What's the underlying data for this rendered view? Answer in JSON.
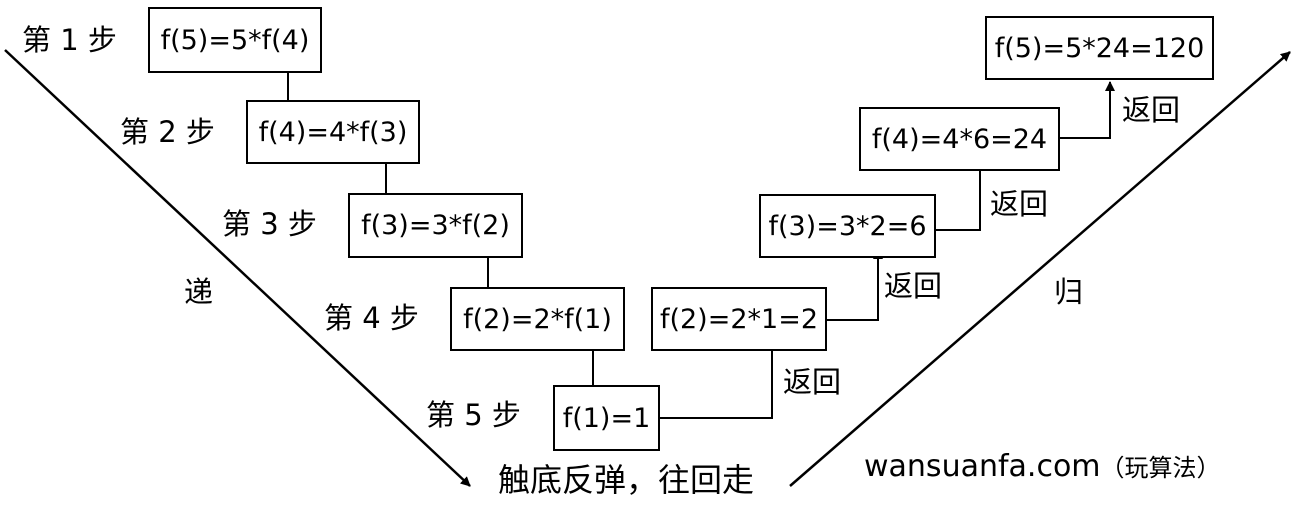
{
  "recursion": {
    "side_label": "递",
    "steps": [
      {
        "step_label": "第 1 步",
        "expr": "f(5)=5*f(4)"
      },
      {
        "step_label": "第 2 步",
        "expr": "f(4)=4*f(3)"
      },
      {
        "step_label": "第 3 步",
        "expr": "f(3)=3*f(2)"
      },
      {
        "step_label": "第 4 步",
        "expr": "f(2)=2*f(1)"
      },
      {
        "step_label": "第 5 步",
        "expr": "f(1)=1"
      }
    ]
  },
  "bottom_caption": "触底反弹，往回走",
  "return_phase": {
    "side_label": "归",
    "return_label": "返回",
    "results": [
      "f(2)=2*1=2",
      "f(3)=3*2=6",
      "f(4)=4*6=24",
      "f(5)=5*24=120"
    ]
  },
  "watermark": {
    "site": "wansuanfa.com",
    "note": "（玩算法）"
  }
}
